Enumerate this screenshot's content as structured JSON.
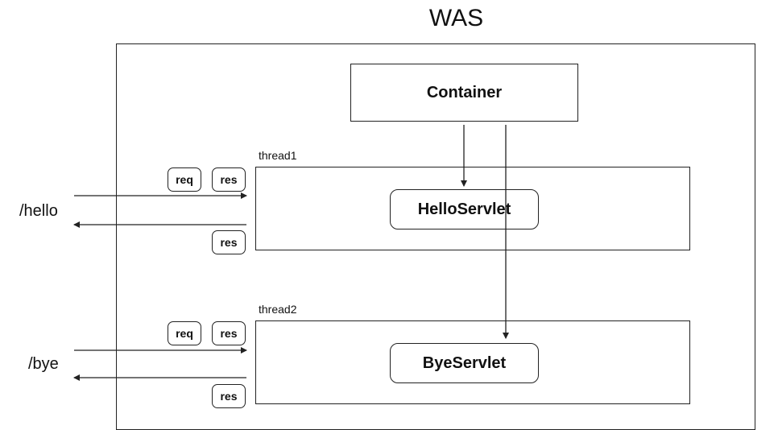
{
  "title": "WAS",
  "container": {
    "label": "Container"
  },
  "threads": [
    {
      "label": "thread1",
      "servlet": "HelloServlet",
      "path": "/hello",
      "req": "req",
      "res_in": "res",
      "res_out": "res"
    },
    {
      "label": "thread2",
      "servlet": "ByeServlet",
      "path": "/bye",
      "req": "req",
      "res_in": "res",
      "res_out": "res"
    }
  ]
}
